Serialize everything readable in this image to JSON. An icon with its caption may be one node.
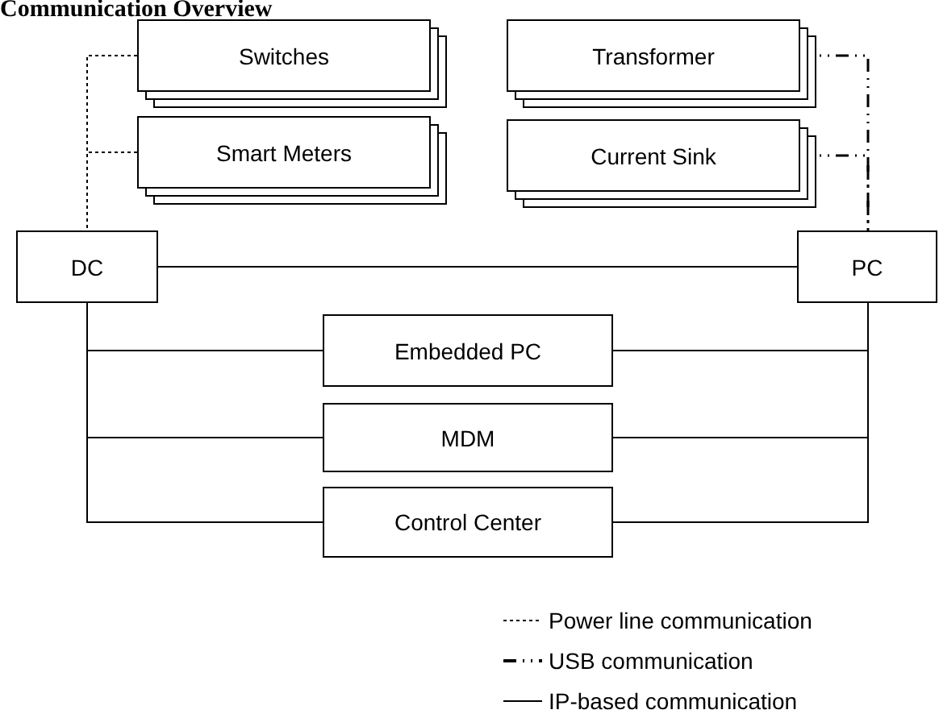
{
  "diagram": {
    "title": "Communication Overview",
    "nodes": [
      {
        "text": [
          "Switches"
        ]
      },
      {
        "text": [
          "Transformer"
        ]
      },
      {
        "text": [
          "Smart Meters"
        ]
      },
      {
        "text": [
          "Current Sink"
        ]
      },
      {
        "text": [
          "DC"
        ]
      },
      {
        "text": [
          "PC"
        ]
      },
      {
        "text": [
          "Embedded PC"
        ]
      },
      {
        "text": [
          "MDM"
        ]
      },
      {
        "text": [
          "Control Center"
        ]
      }
    ],
    "edges": [
      {
        "from": 0,
        "to": 4,
        "arrow": "none",
        "style": "dashed"
      },
      {
        "from": 2,
        "to": 4,
        "arrow": "none",
        "style": "dashed"
      },
      {
        "from": 1,
        "to": 5,
        "arrow": "none",
        "style": "dashed"
      },
      {
        "from": 3,
        "to": 5,
        "arrow": "none",
        "style": "dashed"
      },
      {
        "from": 4,
        "to": 5,
        "arrow": "none"
      },
      {
        "from": 4,
        "to": 6,
        "arrow": "none"
      },
      {
        "from": 6,
        "to": 5,
        "arrow": "none"
      },
      {
        "from": 4,
        "to": 7,
        "arrow": "none"
      },
      {
        "from": 7,
        "to": 5,
        "arrow": "none"
      },
      {
        "from": 4,
        "to": 8,
        "arrow": "none"
      },
      {
        "from": 8,
        "to": 5,
        "arrow": "none"
      }
    ],
    "legend": [
      {
        "text": "Power line communication"
      },
      {
        "text": "USB communication"
      },
      {
        "text": "IP-based communication"
      }
    ]
  }
}
